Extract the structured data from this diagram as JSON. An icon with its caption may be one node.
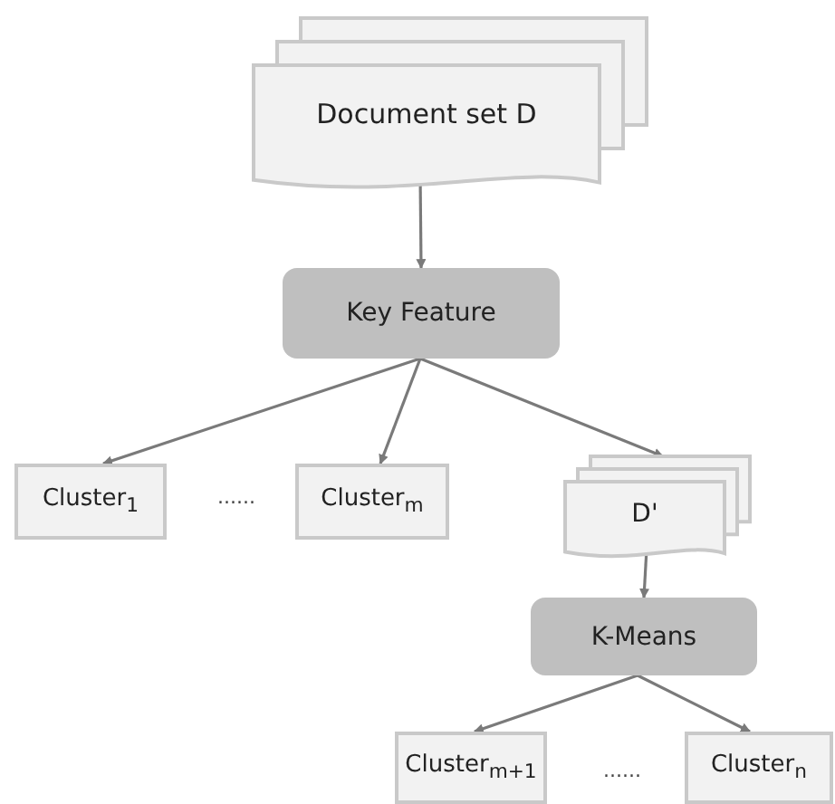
{
  "diagram": {
    "nodes": [
      {
        "text": [
          "Document set D"
        ]
      },
      {
        "text": [
          "Key Feature"
        ]
      },
      {
        "text": [
          "Cluster$_{1}$"
        ]
      },
      {
        "text": [
          "Cluster$_{m}$"
        ]
      },
      {
        "text": [
          "D'"
        ]
      },
      {
        "text": [
          "K-Means"
        ]
      },
      {
        "text": [
          "Cluster$_{m+1}$"
        ]
      },
      {
        "text": [
          "Cluster$_{n}$"
        ]
      }
    ],
    "edges": [
      {
        "from": 0,
        "to": 1,
        "arrow": "to"
      },
      {
        "from": 1,
        "to": 2,
        "arrow": "to"
      },
      {
        "from": 1,
        "to": 3,
        "arrow": "to"
      },
      {
        "from": 1,
        "to": 4,
        "arrow": "to"
      },
      {
        "from": 4,
        "to": 5,
        "arrow": "to"
      },
      {
        "from": 5,
        "to": 6,
        "arrow": "to"
      },
      {
        "from": 5,
        "to": 7,
        "arrow": "to"
      }
    ],
    "labels": [
      "......",
      "......"
    ]
  }
}
